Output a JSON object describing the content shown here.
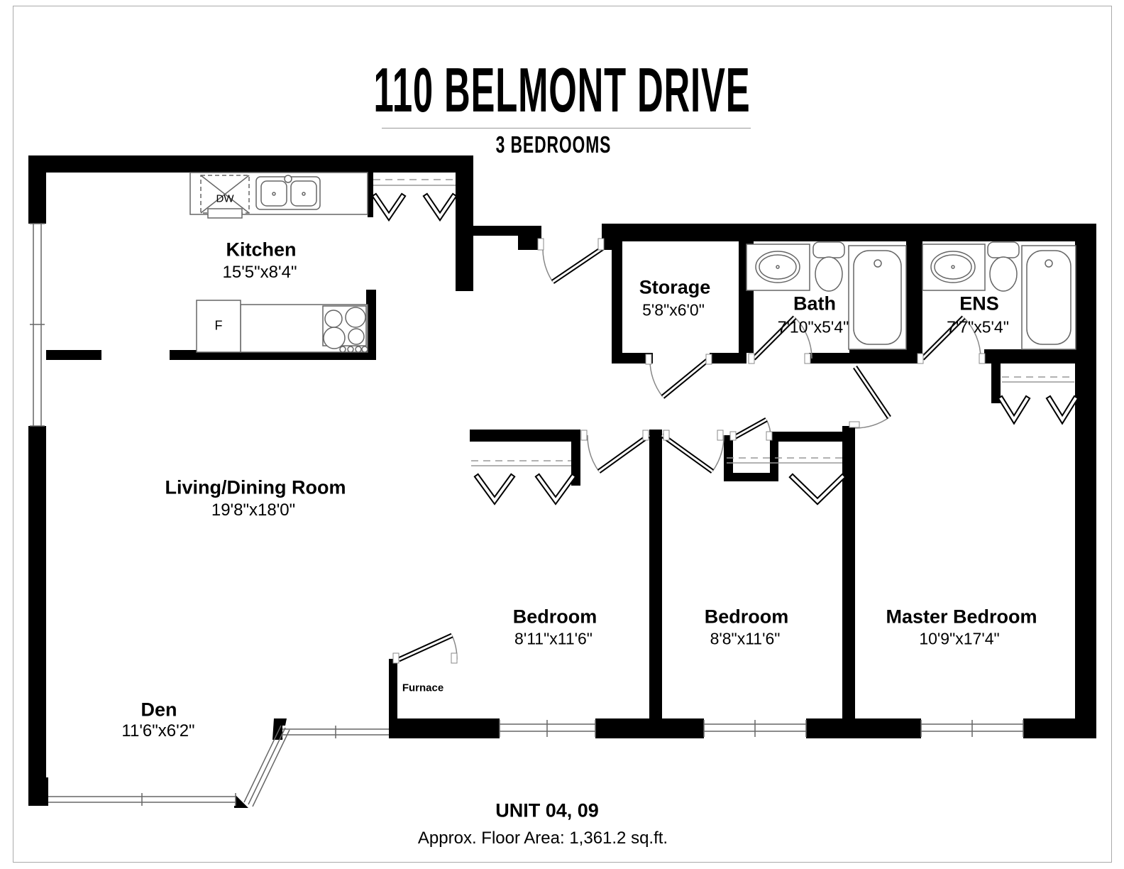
{
  "header": {
    "title": "110 BELMONT DRIVE",
    "subtitle": "3 BEDROOMS"
  },
  "rooms": {
    "kitchen": {
      "name": "Kitchen",
      "dims": "15'5\"x8'4\""
    },
    "storage": {
      "name": "Storage",
      "dims": "5'8\"x6'0\""
    },
    "bath": {
      "name": "Bath",
      "dims": "7'10\"x5'4\""
    },
    "ens": {
      "name": "ENS",
      "dims": "7'7\"x5'4\""
    },
    "living_dining": {
      "name": "Living/Dining Room",
      "dims": "19'8\"x18'0\""
    },
    "bedroom1": {
      "name": "Bedroom",
      "dims": "8'11\"x11'6\""
    },
    "bedroom2": {
      "name": "Bedroom",
      "dims": "8'8\"x11'6\""
    },
    "master_bedroom": {
      "name": "Master Bedroom",
      "dims": "10'9\"x17'4\""
    },
    "den": {
      "name": "Den",
      "dims": "11'6\"x6'2\""
    },
    "furnace": {
      "name": "Furnace"
    }
  },
  "fixtures": {
    "dishwasher_label": "DW",
    "fridge_label": "F"
  },
  "footer": {
    "unit": "UNIT 04, 09",
    "area": "Approx. Floor Area: 1,361.2 sq.ft."
  },
  "colors": {
    "walls": "#000000",
    "thin_lines": "#777777",
    "text": "#000000",
    "page_border": "#aaaaaa"
  }
}
